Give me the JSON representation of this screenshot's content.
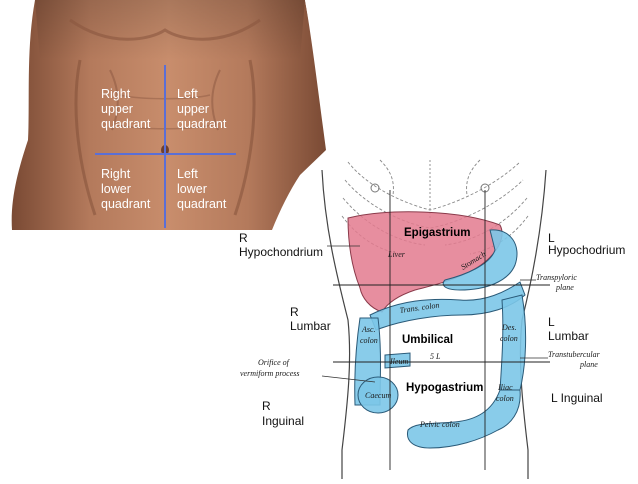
{
  "quadrants": {
    "right_upper": [
      "Right",
      "upper",
      "quadrant"
    ],
    "left_upper": [
      "Left",
      "upper",
      "quadrant"
    ],
    "right_lower": [
      "Right",
      "lower",
      "quadrant"
    ],
    "left_lower": [
      "Left",
      "lower",
      "quadrant"
    ]
  },
  "regions": {
    "r_hypochondrium": [
      "R",
      "Hypochondrium"
    ],
    "l_hypochondrium": [
      "L",
      "Hypochodrium"
    ],
    "epigastrium": "Epigastrium",
    "r_lumbar": [
      "R",
      "Lumbar"
    ],
    "l_lumbar": [
      "L",
      "Lumbar"
    ],
    "umbilical": "Umbilical",
    "r_inguinal": [
      "R",
      "Inguinal"
    ],
    "l_inguinal": "L Inguinal",
    "hypogastrium": "Hypogastrium"
  },
  "organs": {
    "liver": "Liver",
    "stomach": "Stomach",
    "trans_colon": "Trans. colon",
    "asc_colon": [
      "Asc.",
      "colon"
    ],
    "des_colon": [
      "Des.",
      "colon"
    ],
    "ileum": "Ileum",
    "caecum": "Caecum",
    "iliac_colon": [
      "Iliac",
      "colon"
    ],
    "pelvic_colon": "Pelvic colon",
    "five_l": "5 L"
  },
  "planes": {
    "transpyloric": [
      "Transpyloric",
      "plane"
    ],
    "transtubercular": [
      "Transtubercular",
      "plane"
    ]
  },
  "annotations": {
    "orifice": [
      "Orifice of",
      "vermiform process"
    ]
  },
  "colors": {
    "skin": "#b8785a",
    "quadrant_lines": "#5a6fd6",
    "liver": "#e37a8e",
    "intestine": "#7cc6e8",
    "outline": "#333333"
  }
}
